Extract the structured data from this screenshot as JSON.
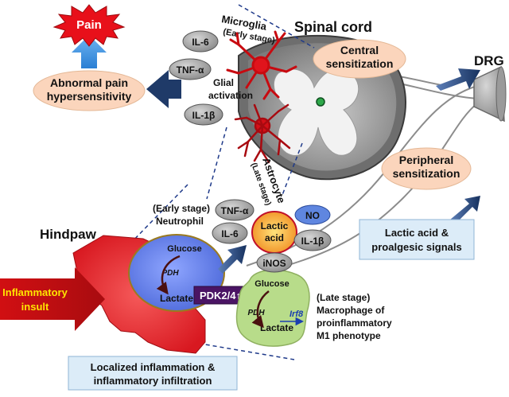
{
  "labels": {
    "pain": "Pain",
    "abnormal_pain_line1": "Abnormal pain",
    "abnormal_pain_line2": "hypersensitivity",
    "microglia_title": "Microglia",
    "microglia_stage": "(Early stage)",
    "glial_activation_line1": "Glial",
    "glial_activation_line2": "activation",
    "astrocyte_title": "Astrocyte",
    "astrocyte_stage": "(Late stage)",
    "spinal_cord": "Spinal cord",
    "central_sens_line1": "Central",
    "central_sens_line2": "sensitization",
    "drg": "DRG",
    "peripheral_sens_line1": "Peripheral",
    "peripheral_sens_line2": "sensitization",
    "hindpaw": "Hindpaw",
    "neutrophil_stage": "(Early stage)",
    "neutrophil_title": "Neutrophil",
    "lactic_acid_line1": "Lactic",
    "lactic_acid_line2": "acid",
    "lactic_signals_line1": "Lactic acid &",
    "lactic_signals_line2": "proalgesic signals",
    "inflammatory_line1": "Inflammatory",
    "inflammatory_line2": "insult",
    "glucose": "Glucose",
    "pdh": "PDH",
    "lactate": "Lactate",
    "pdk": "PDK2/4↑",
    "irf8": "Irf8",
    "macrophage_line1": "(Late stage)",
    "macrophage_line2": "Macrophage of",
    "macrophage_line3": "proinflammatory",
    "macrophage_line4": "M1 phenotype",
    "localized_line1": "Localized inflammation &",
    "localized_line2": "inflammatory infiltration"
  },
  "glia_cytokines": [
    "IL-6",
    "TNF-α",
    "IL-1β"
  ],
  "paw_mediators": {
    "tnf": "TNF-α",
    "il6": "IL-6",
    "no": "NO",
    "il1b": "IL-1β",
    "inos": "iNOS"
  },
  "colors": {
    "pain_burst": "#e8101a",
    "peach_oval": "#fbd5bc",
    "cytokine_gray": "#9a9a9a",
    "navy_arrow": "#1f3a68",
    "light_blue_box": "#dcecf8",
    "neutrophil_blue": "#5a7de8",
    "macrophage_green": "#b8dc8a",
    "pdk_box": "#4a1464",
    "paw_red": "#e8242a",
    "lactic_orange": "#f39a2a",
    "no_blue": "#5f86e0",
    "insult_red": "#c01414"
  }
}
